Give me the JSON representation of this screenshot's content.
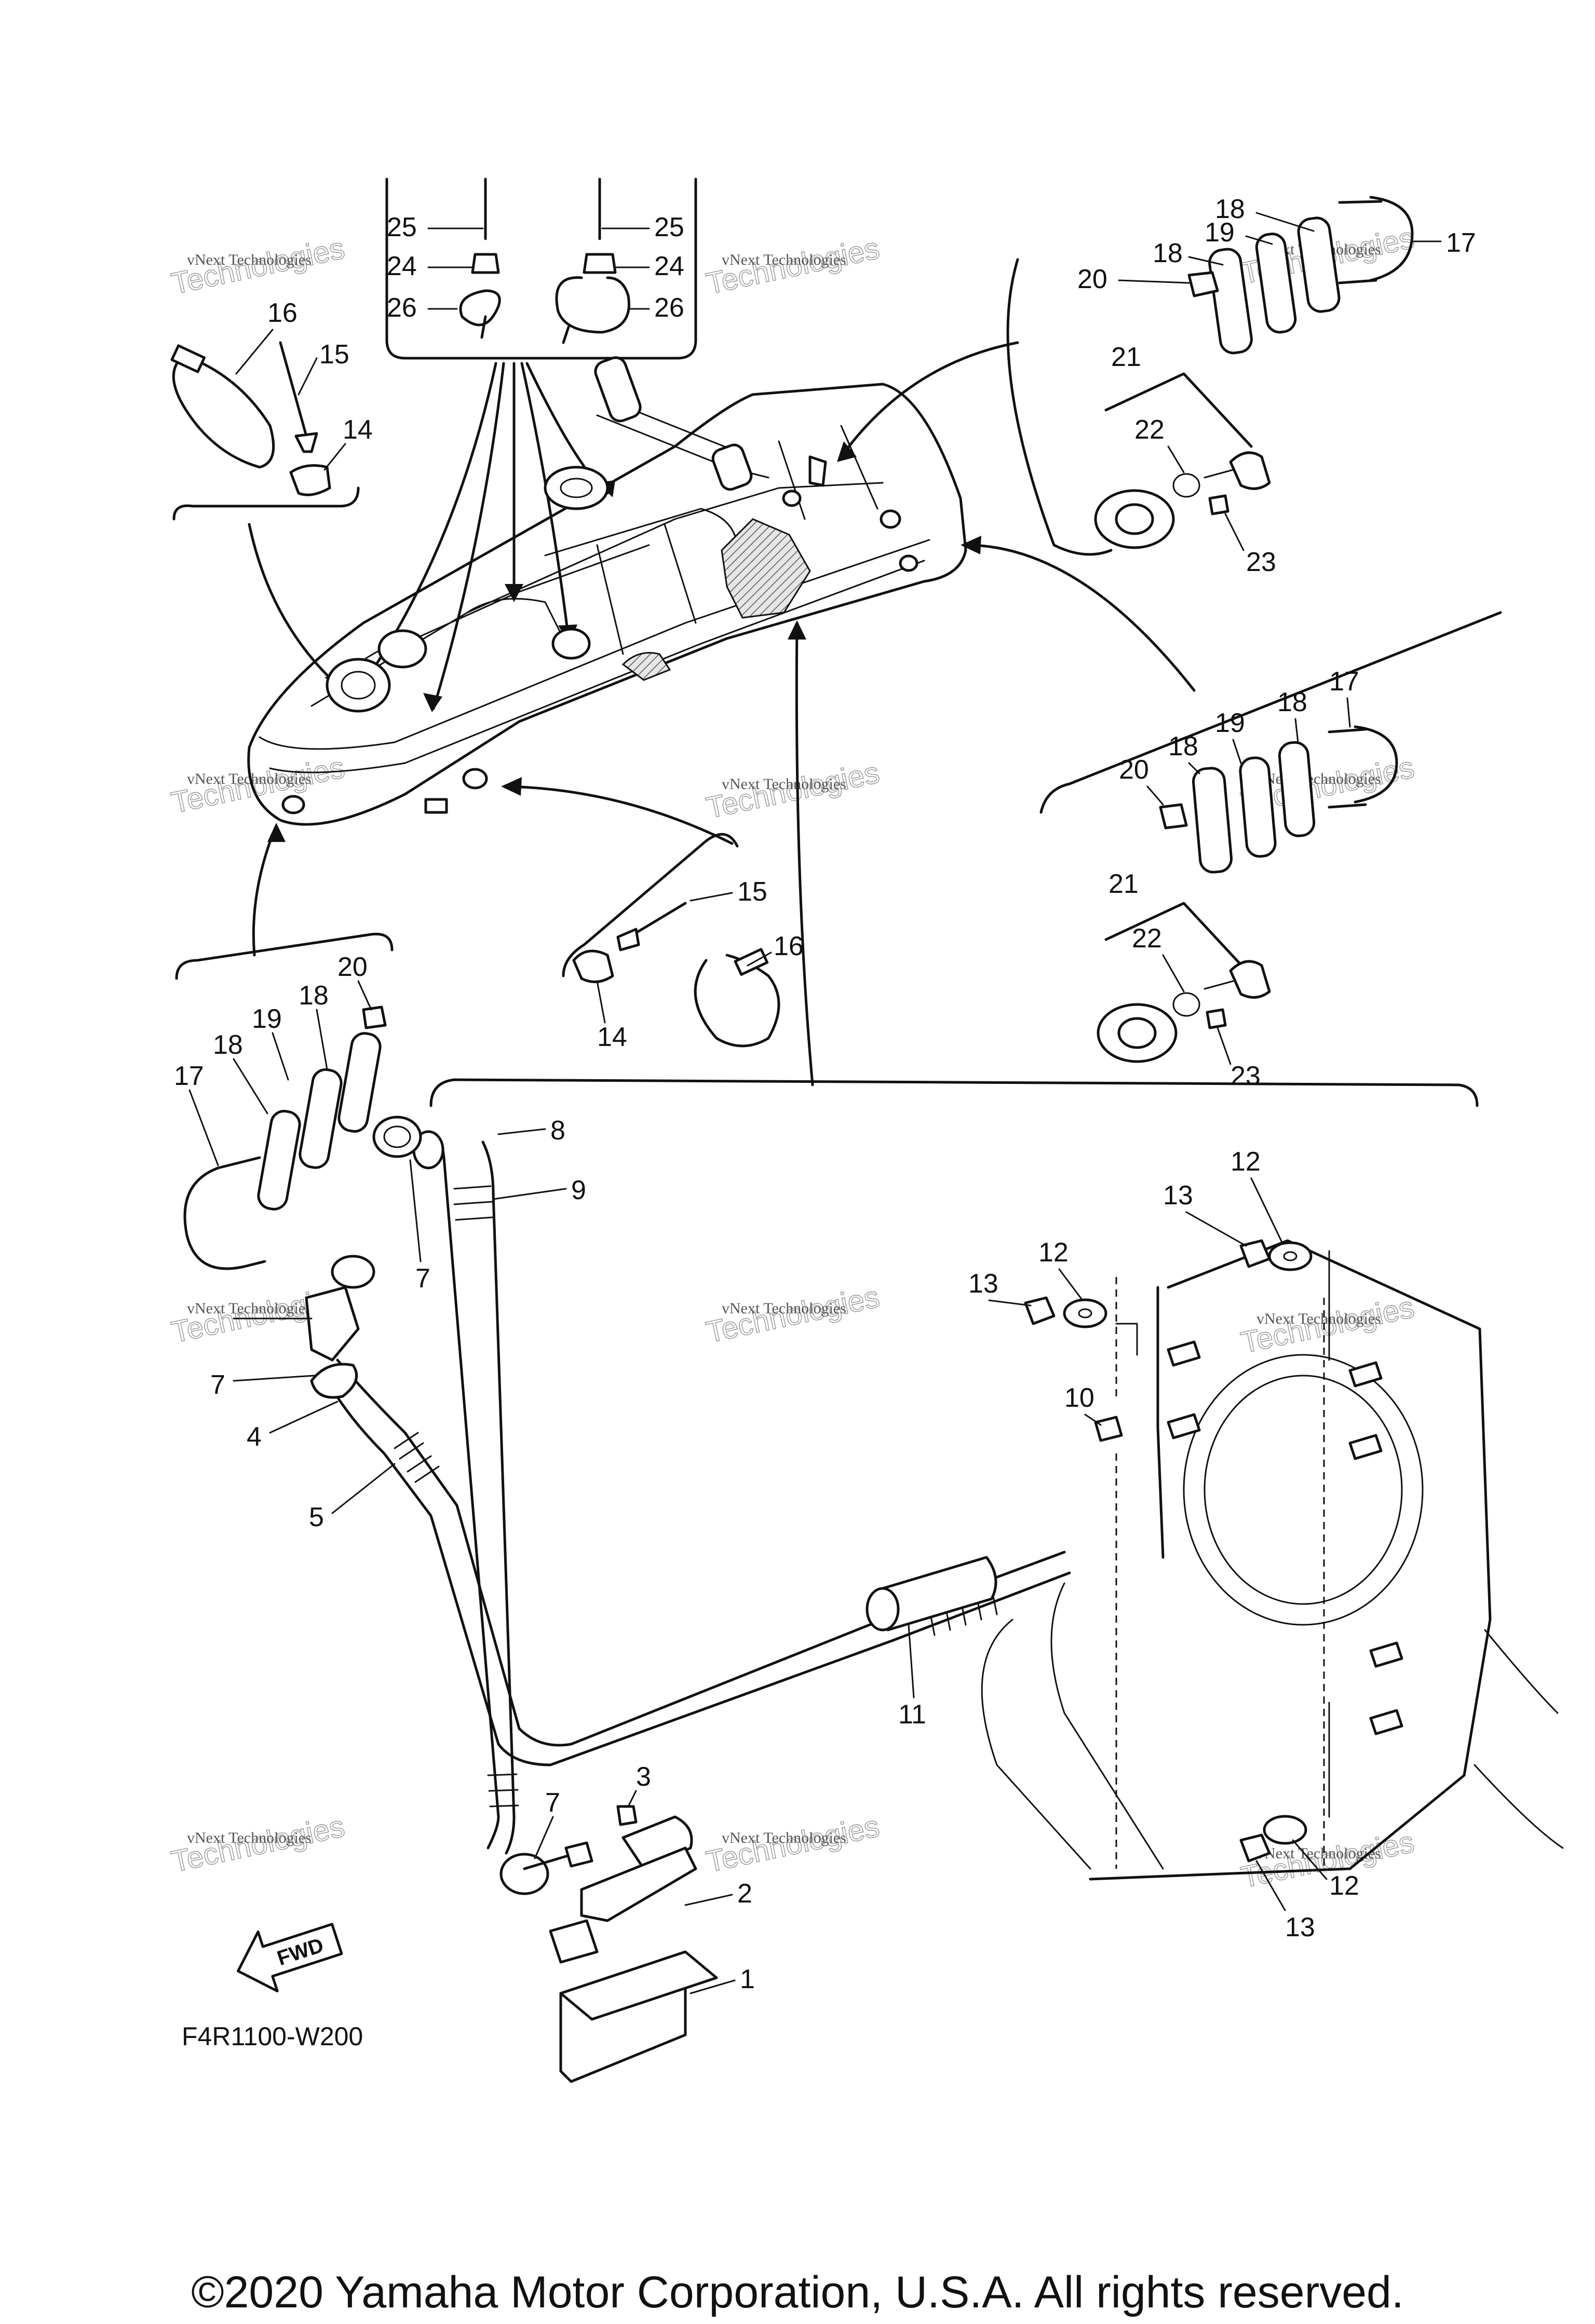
{
  "diagram": {
    "code": "F4R1100-W200",
    "fwd_label": "FWD",
    "copyright": "©2020 Yamaha Motor Corporation, U.S.A. All rights reserved.",
    "watermark": {
      "line1": "vNext Technologies",
      "line2": "Technologies",
      "line3": "vNext"
    },
    "callouts": {
      "c1": "1",
      "c2": "2",
      "c3": "3",
      "c4": "4",
      "c5": "5",
      "c7": "7",
      "c8": "8",
      "c9": "9",
      "c10": "10",
      "c11": "11",
      "c12": "12",
      "c13": "13",
      "c14": "14",
      "c15": "15",
      "c16": "16",
      "c17": "17",
      "c18": "18",
      "c19": "19",
      "c20": "20",
      "c21": "21",
      "c22": "22",
      "c23": "23",
      "c24": "24",
      "c25": "25",
      "c26": "26"
    }
  }
}
